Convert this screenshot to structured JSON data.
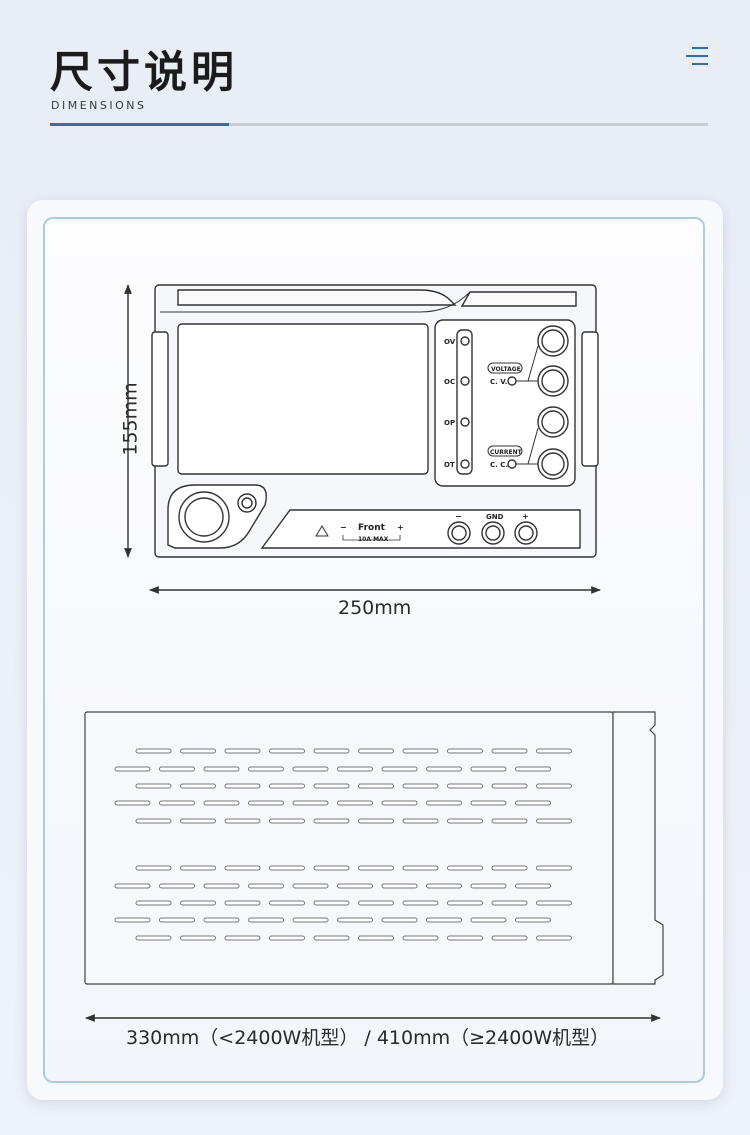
{
  "header": {
    "title": "尺寸说明",
    "subtitle": "DIMENSIONS",
    "menu_icon": "menu-lines-icon"
  },
  "colors": {
    "accent_blue": "#2d6eb8",
    "card_border": "#a8cde0",
    "line_gray": "#c9ccd1"
  },
  "front_view": {
    "height_label": "155mm",
    "width_label": "250mm",
    "indicators": [
      "OV",
      "OC",
      "OP",
      "OT"
    ],
    "voltage_label": "VOLTAGE",
    "cv_label": "C. V.",
    "current_label": "CURRENT",
    "cc_label": "C. C.",
    "front_label": "Front",
    "max_label": "10A MAX",
    "minus_label": "−",
    "plus_label": "+",
    "gnd_label": "GND"
  },
  "side_view": {
    "length_label": "330mm（<2400W机型） / 410mm（≥2400W机型）"
  }
}
